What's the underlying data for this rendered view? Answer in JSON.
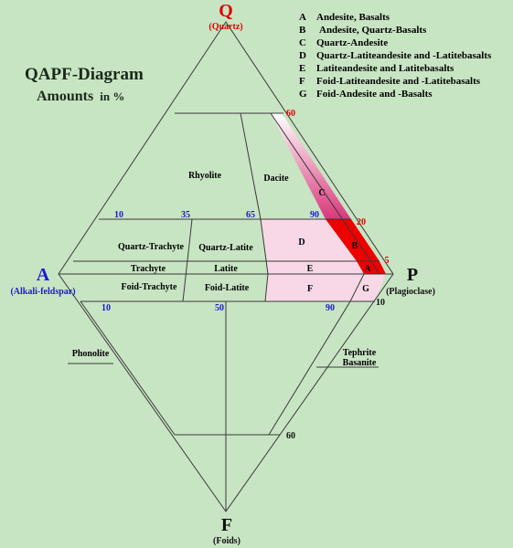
{
  "title": {
    "line1": "QAPF-Diagram",
    "line2_main": "Amounts",
    "line2_small": "in %"
  },
  "vertices": {
    "Q": {
      "letter": "Q",
      "name": "(Quartz)"
    },
    "A": {
      "letter": "A",
      "name": "(Alkali-feldspar)"
    },
    "P": {
      "letter": "P",
      "name": "(Plagioclase)"
    },
    "F": {
      "letter": "F",
      "name": "(Foids)"
    }
  },
  "fields": {
    "rhyolite": "Rhyolite",
    "dacite": "Dacite",
    "quartz_trachyte": "Quartz-Trachyte",
    "quartz_latite": "Quartz-Latite",
    "trachyte": "Trachyte",
    "latite": "Latite",
    "foid_trachyte": "Foid-Trachyte",
    "foid_latite": "Foid-Latite",
    "phonolite": "Phonolite",
    "tephrite": "Tephrite",
    "basanite": "Basanite",
    "C": "C",
    "D": "D",
    "B": "B",
    "E": "E",
    "A": "A",
    "F": "F",
    "G": "G"
  },
  "ticks": {
    "q60": "60",
    "q20": "20",
    "q5": "5",
    "a10": "10",
    "a35": "35",
    "a65": "65",
    "a90": "90",
    "f10_left": "10",
    "f50": "50",
    "f90": "90",
    "f10_right": "10",
    "f60": "60"
  },
  "legend": [
    {
      "key": "A",
      "text": "Andesite, Basalts"
    },
    {
      "key": "B",
      "text": "Andesite, Quartz-Basalts"
    },
    {
      "key": "C",
      "text": "Quartz-Andesite"
    },
    {
      "key": "D",
      "text": "Quartz-Latiteandesite and -Latitebasalts"
    },
    {
      "key": "E",
      "text": "Latiteandesite and Latitebasalts"
    },
    {
      "key": "F",
      "text": "Foid-Latiteandesite and -Latitebasalts"
    },
    {
      "key": "G",
      "text": "Foid-Andesite and -Basalts"
    }
  ],
  "colors": {
    "background": "#c8e5c3",
    "line": "#3a3a3a",
    "red_tick": "#e00000",
    "blue_tick": "#1a1ad0",
    "field_red": "#ee0000",
    "field_pink": "#f8d8e6",
    "field_gradient_top": "#ffffff",
    "field_gradient_bottom": "#d8387a"
  }
}
